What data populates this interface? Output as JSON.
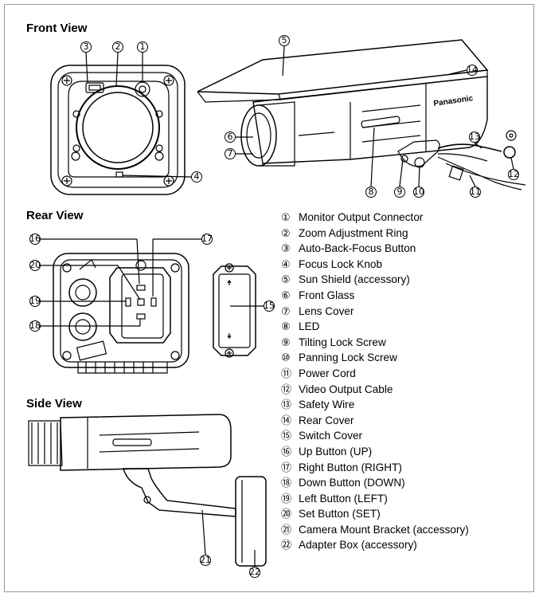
{
  "sections": {
    "front_view": "Front View",
    "rear_view": "Rear View",
    "side_view": "Side View"
  },
  "brand_mark": "Panasonic",
  "parts": [
    {
      "num": "①",
      "label": "Monitor Output Connector"
    },
    {
      "num": "②",
      "label": "Zoom Adjustment Ring"
    },
    {
      "num": "③",
      "label": "Auto-Back-Focus Button"
    },
    {
      "num": "④",
      "label": "Focus Lock Knob"
    },
    {
      "num": "⑤",
      "label": "Sun Shield (accessory)"
    },
    {
      "num": "⑥",
      "label": "Front Glass"
    },
    {
      "num": "⑦",
      "label": "Lens Cover"
    },
    {
      "num": "⑧",
      "label": "LED"
    },
    {
      "num": "⑨",
      "label": "Tilting Lock Screw"
    },
    {
      "num": "⑩",
      "label": "Panning Lock Screw"
    },
    {
      "num": "⑪",
      "label": "Power Cord"
    },
    {
      "num": "⑫",
      "label": "Video Output Cable"
    },
    {
      "num": "⑬",
      "label": "Safety Wire"
    },
    {
      "num": "⑭",
      "label": "Rear Cover"
    },
    {
      "num": "⑮",
      "label": "Switch Cover"
    },
    {
      "num": "⑯",
      "label": "Up Button (UP)"
    },
    {
      "num": "⑰",
      "label": "Right Button (RIGHT)"
    },
    {
      "num": "⑱",
      "label": "Down Button (DOWN)"
    },
    {
      "num": "⑲",
      "label": "Left Button (LEFT)"
    },
    {
      "num": "⑳",
      "label": "Set Button (SET)"
    },
    {
      "num": "㉑",
      "label": "Camera Mount Bracket (accessory)"
    },
    {
      "num": "㉒",
      "label": "Adapter Box (accessory)"
    }
  ]
}
